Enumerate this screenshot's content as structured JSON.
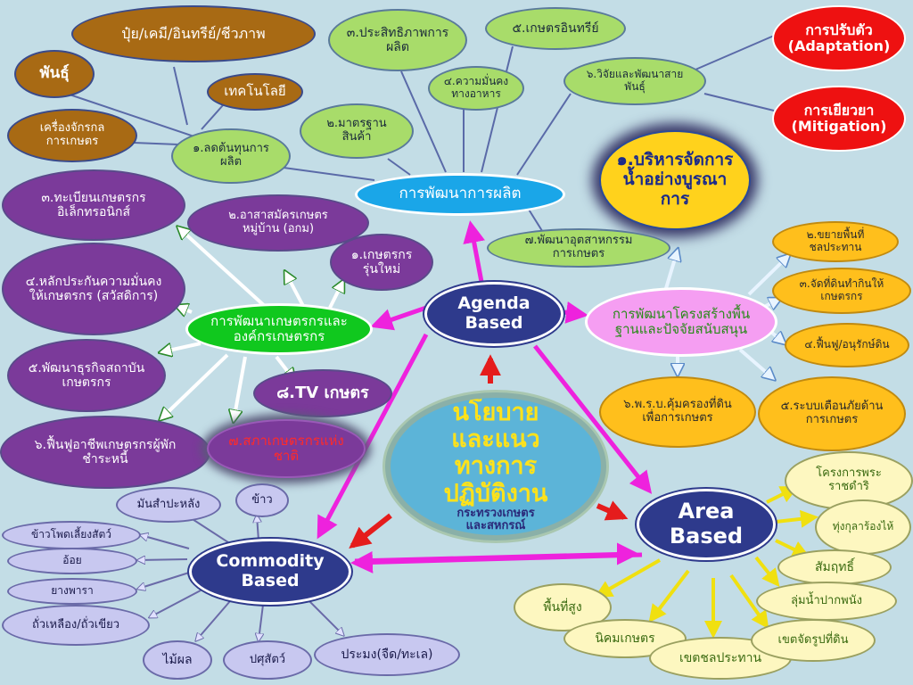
{
  "title": {
    "line1": "นโยบาย",
    "line2": "และแนว",
    "line3": "ทางการ",
    "line4": "ปฏิบัติงาน",
    "sub1": "กระทรวงเกษตร",
    "sub2": "และสหกรณ์"
  },
  "hubs": {
    "agenda": "Agenda Based",
    "area": "Area Based",
    "commodity": "Commodity Based",
    "production": "การพัฒนาการผลิต",
    "farmer_org": "การพัฒนาเกษตรกรและองค์กรเกษตรกร",
    "infrastructure": "การพัฒนาโครงสร้างพื้นฐานและปัจจัยสนับสนุน"
  },
  "production_items": {
    "fertilizer": "ปุ๋ย/เคมี/อินทรีย์/ชีวภาพ",
    "breed": "พันธุ์",
    "technology": "เทคโนโลยี",
    "machinery": "เครื่องจักรกลการเกษตร",
    "cost": "๑.ลดต้นทุนการผลิต",
    "standard": "๒.มาตรฐานสินค้า",
    "efficiency": "๓.ประสิทธิภาพการผลิต",
    "food_security": "๔.ความมั่นคงทางอาหาร",
    "organic": "๕.เกษตรอินทรีย์",
    "research": "๖.วิจัยและพัฒนาสายพันธุ์",
    "agro_industry": "๗.พัฒนาอุตสาหกรรมการเกษตร"
  },
  "climate": {
    "adaptation": "การปรับตัว (Adaptation)",
    "mitigation": "การเยียวยา (Mitigation)"
  },
  "water": "๑.บริหารจัดการน้ำอย่างบูรณาการ",
  "infra_items": {
    "irrigation": "๒.ขยายพื้นที่ชลประทาน",
    "land": "๓.จัดที่ดินทำกินให้เกษตรกร",
    "soil": "๔.ฟื้นฟู/อนุรักษ์ดิน",
    "warning": "๕.ระบบเตือนภัยด้านการเกษตร",
    "land_law": "๖.พ.ร.บ.คุ้มครองที่ดินเพื่อการเกษตร"
  },
  "farmer_items": {
    "young": "๑.เกษตรกรรุ่นใหม่",
    "volunteer": "๒.อาสาสมัครเกษตรหมู่บ้าน (อกม)",
    "register": "๓.ทะเบียนเกษตรกรอิเล็กทรอนิกส์",
    "insurance": "๔.หลักประกันความมั่นคงให้เกษตรกร (สวัสดิการ)",
    "business": "๕.พัฒนาธุรกิจสถาบันเกษตรกร",
    "career": "๖.ฟื้นฟูอาชีพเกษตรกรผู้พักชำระหนี้",
    "tv": "๘.TV เกษตร",
    "council": "๗.สภาเกษตรกรแห่งชาติ"
  },
  "area_items": {
    "royal": "โครงการพระราชดำริ",
    "kula": "ทุ่งกุลาร้องไห้",
    "reform": "สัมฤทธิ์",
    "basin": "ลุ่มน้ำปากพนัง",
    "highland": "พื้นที่สูง",
    "settlement": "นิคมเกษตร",
    "irrigated": "เขตชลประทาน",
    "land_zone": "เขตจัดรูปที่ดิน"
  },
  "commodity_items": {
    "cassava": "มันสำปะหลัง",
    "rice": "ข้าว",
    "corn": "ข้าวโพดเลี้ยงสัตว์",
    "sugarcane": "อ้อย",
    "rubber": "ยางพารา",
    "beans": "ถั่วเหลือง/ถั่วเขียว",
    "fruit": "ไม้ผล",
    "livestock": "ปศุสัตว์",
    "fishery": "ประมง(จืด/ทะเล)"
  },
  "colors": {
    "background": "#c3dde6",
    "hub": "#2e3a8c",
    "production": "#1aa6e8",
    "farmer_org": "#10c81e",
    "infrastructure": "#f59ef2",
    "water": "#ffd21c",
    "policy": "#5cb4d8",
    "climate": "#ee1111",
    "link_magenta": "#ee22dd",
    "link_red": "#e51c1c",
    "link_yellow": "#f0e010"
  }
}
